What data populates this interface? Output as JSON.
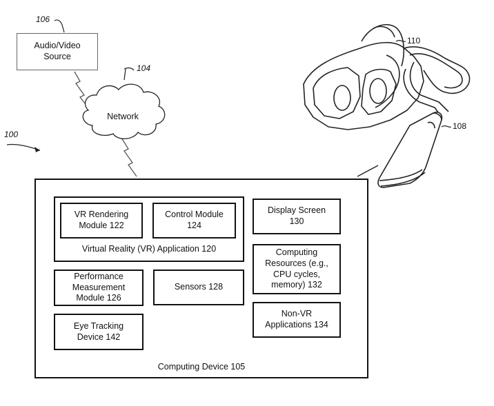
{
  "refs": {
    "r100": "100",
    "r104": "104",
    "r106": "106",
    "r108": "108",
    "r110": "110"
  },
  "source": {
    "label": "Audio/Video\nSource"
  },
  "network": {
    "label": "Network"
  },
  "device": {
    "caption": "Computing Device 105",
    "vr_app": {
      "caption": "Virtual Reality (VR) Application 120",
      "vr_rendering": "VR Rendering\nModule  122",
      "control_module": "Control Module\n124"
    },
    "performance": "Performance\nMeasurement\nModule 126",
    "eye_tracking": "Eye Tracking\nDevice 142",
    "sensors": "Sensors 128",
    "display_screen": "Display Screen\n130",
    "computing_resources": "Computing\nResources (e.g.,\nCPU cycles,\nmemory)  132",
    "non_vr": "Non-VR\nApplications 134"
  }
}
